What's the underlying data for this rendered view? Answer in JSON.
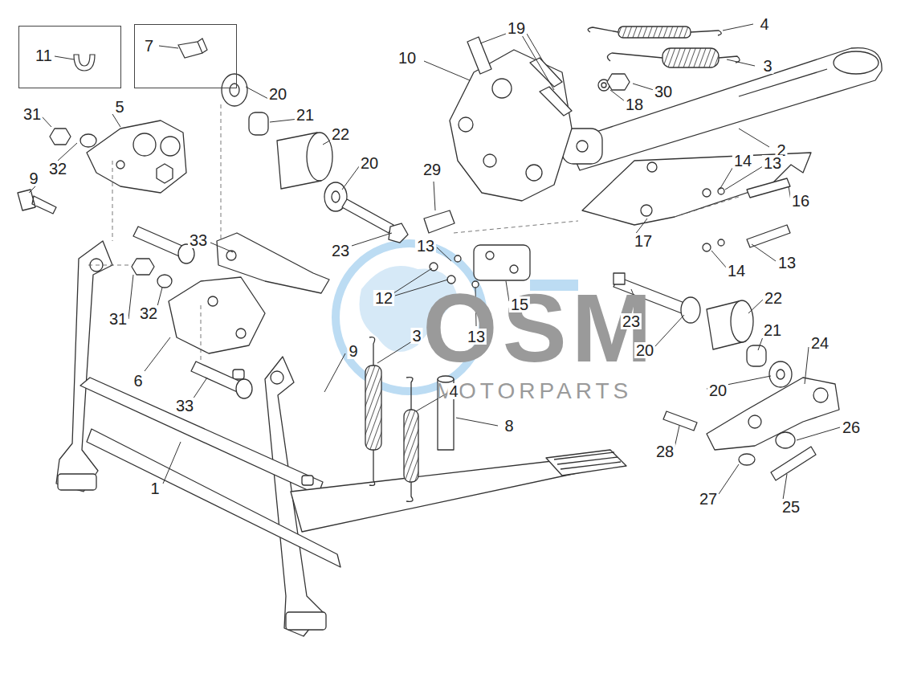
{
  "diagram": {
    "nodes": [
      {
        "text": [
          "11"
        ]
      },
      {
        "text": [
          "7"
        ]
      }
    ],
    "labels": [
      "19",
      "4",
      "10",
      "3",
      "31",
      "5",
      "20",
      "21",
      "22",
      "18",
      "30",
      "2",
      "20",
      "29",
      "14",
      "13",
      "9",
      "32",
      "16",
      "33",
      "17",
      "23",
      "13",
      "13",
      "14",
      "12",
      "15",
      "22",
      "31",
      "32",
      "23",
      "13",
      "21",
      "3",
      "20",
      "24",
      "9",
      "6",
      "20",
      "4",
      "33",
      "8",
      "26",
      "28",
      "1",
      "27",
      "25",
      "OSM",
      "MOTORPARTS"
    ]
  }
}
